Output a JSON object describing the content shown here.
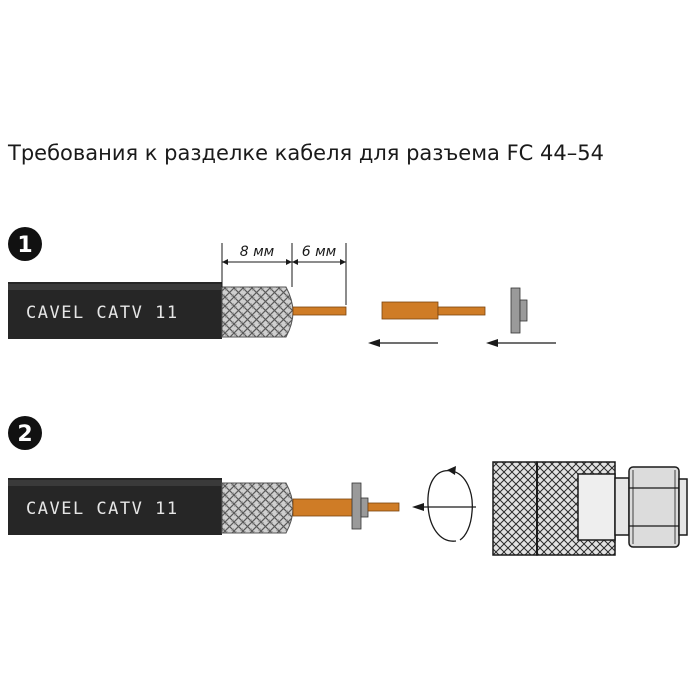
{
  "title": "Требования к разделке кабеля для разъема FC 44–54",
  "colors": {
    "cable_jacket": "#262626",
    "braid": "#bcbcbc",
    "dielectric": "#cf7c26",
    "core": "#cf7c26",
    "washer": "#9a9a9a",
    "connector": "#d9d9d9",
    "text": "#1a1a1a"
  },
  "steps": [
    {
      "number": "1",
      "cable_label": "CAVEL  CATV 11",
      "dimensions": [
        "8 мм",
        "6 мм"
      ]
    },
    {
      "number": "2",
      "cable_label": "CAVEL  CATV 11"
    }
  ],
  "icons": [
    "arrow-left-icon",
    "rotate-arrow-icon"
  ]
}
